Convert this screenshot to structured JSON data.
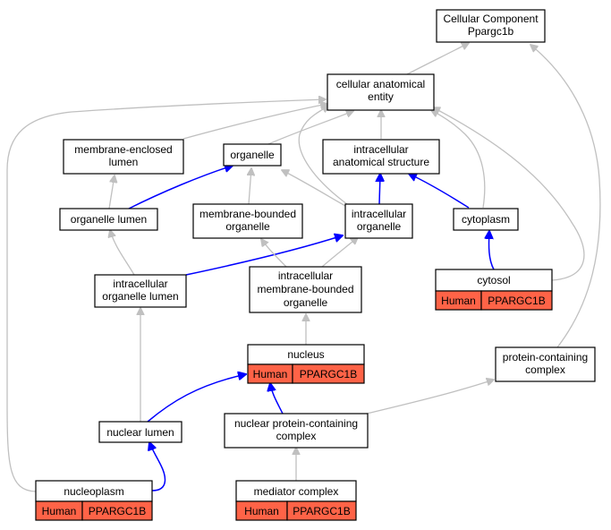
{
  "nodes": {
    "root": [
      "Cellular Component",
      "Ppargc1b"
    ],
    "cae": [
      "cellular anatomical",
      "entity"
    ],
    "mel": [
      "membrane-enclosed",
      "lumen"
    ],
    "organelle": [
      "organelle"
    ],
    "ias": [
      "intracellular",
      "anatomical structure"
    ],
    "olumen": [
      "organelle lumen"
    ],
    "mbo": [
      "membrane-bounded",
      "organelle"
    ],
    "io": [
      "intracellular",
      "organelle"
    ],
    "cytoplasm": [
      "cytoplasm"
    ],
    "iol": [
      "intracellular",
      "organelle lumen"
    ],
    "imbo": [
      "intracellular",
      "membrane-bounded",
      "organelle"
    ],
    "cytosol": [
      "cytosol"
    ],
    "nucleus": [
      "nucleus"
    ],
    "pcc": [
      "protein-containing",
      "complex"
    ],
    "nlumen": [
      "nuclear lumen"
    ],
    "npcc": [
      "nuclear protein-containing",
      "complex"
    ],
    "nucleoplasm": [
      "nucleoplasm"
    ],
    "mediator": [
      "mediator complex"
    ]
  },
  "annotations": {
    "species": "Human",
    "gene": "PPARGC1B"
  },
  "edges": [
    {
      "from": "cae",
      "to": "root",
      "color": "gray"
    },
    {
      "from": "pcc",
      "to": "root",
      "color": "gray"
    },
    {
      "from": "mel",
      "to": "cae",
      "color": "gray"
    },
    {
      "from": "organelle",
      "to": "cae",
      "color": "gray"
    },
    {
      "from": "ias",
      "to": "cae",
      "color": "gray"
    },
    {
      "from": "io",
      "to": "cae",
      "color": "gray"
    },
    {
      "from": "cytoplasm",
      "to": "cae",
      "color": "gray"
    },
    {
      "from": "cytosol",
      "to": "cae",
      "color": "gray"
    },
    {
      "from": "nucleoplasm",
      "to": "cae",
      "color": "gray"
    },
    {
      "from": "olumen",
      "to": "mel",
      "color": "gray"
    },
    {
      "from": "olumen",
      "to": "organelle",
      "color": "blue"
    },
    {
      "from": "mbo",
      "to": "organelle",
      "color": "gray"
    },
    {
      "from": "io",
      "to": "organelle",
      "color": "gray"
    },
    {
      "from": "io",
      "to": "ias",
      "color": "blue"
    },
    {
      "from": "cytoplasm",
      "to": "ias",
      "color": "blue"
    },
    {
      "from": "iol",
      "to": "olumen",
      "color": "gray"
    },
    {
      "from": "iol",
      "to": "io",
      "color": "blue"
    },
    {
      "from": "imbo",
      "to": "mbo",
      "color": "gray"
    },
    {
      "from": "imbo",
      "to": "io",
      "color": "gray"
    },
    {
      "from": "cytosol",
      "to": "cytoplasm",
      "color": "blue"
    },
    {
      "from": "nucleus",
      "to": "imbo",
      "color": "gray"
    },
    {
      "from": "nlumen",
      "to": "iol",
      "color": "gray"
    },
    {
      "from": "nlumen",
      "to": "nucleus",
      "color": "blue"
    },
    {
      "from": "npcc",
      "to": "nucleus",
      "color": "blue"
    },
    {
      "from": "npcc",
      "to": "pcc",
      "color": "gray"
    },
    {
      "from": "nucleoplasm",
      "to": "nlumen",
      "color": "blue"
    },
    {
      "from": "mediator",
      "to": "npcc",
      "color": "gray"
    }
  ]
}
